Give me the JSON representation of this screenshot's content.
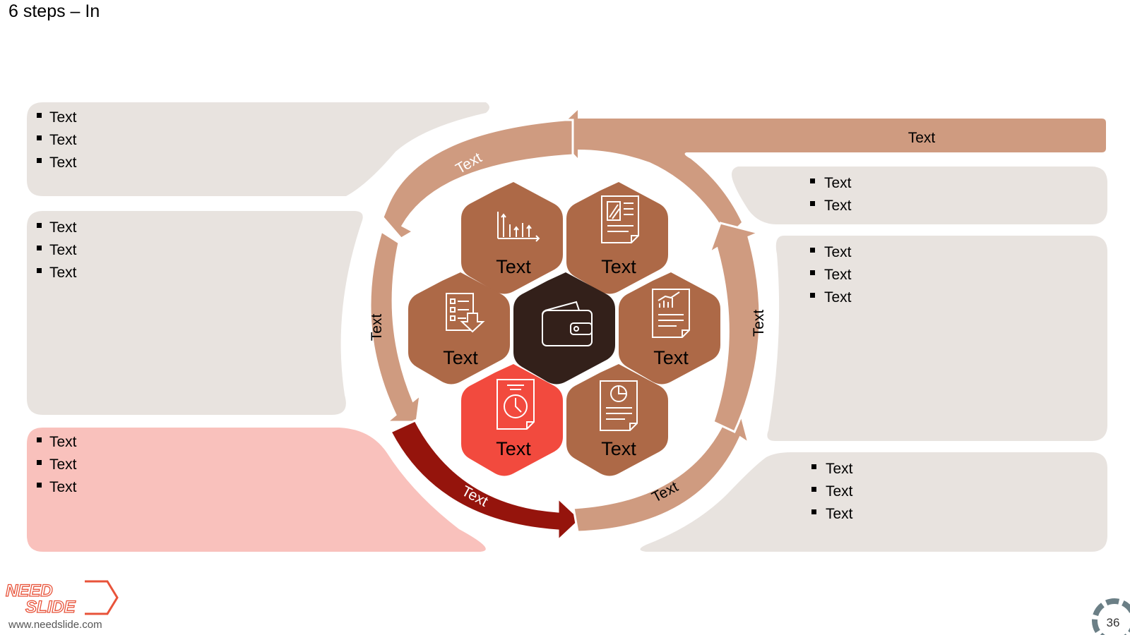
{
  "title": "6 steps – In",
  "colors": {
    "panel": "#e8e3df",
    "panel_active": "#f9c1bc",
    "arrow": "#cf9b80",
    "arrow_active": "#95140c",
    "hex": "#ad6947",
    "hex_active": "#f24a3e",
    "hex_center": "#33201a"
  },
  "panels": {
    "top_left": [
      "Text",
      "Text",
      "Text"
    ],
    "mid_left": [
      "Text",
      "Text",
      "Text"
    ],
    "bottom_left": [
      "Text",
      "Text",
      "Text"
    ],
    "top_right": [
      "Text",
      "Text"
    ],
    "mid_right": [
      "Text",
      "Text",
      "Text"
    ],
    "bottom_right": [
      "Text",
      "Text",
      "Text"
    ]
  },
  "banner": {
    "label": "Text"
  },
  "arrows": {
    "top_left": "Text",
    "left": "Text",
    "bottom_left": "Text",
    "bottom_right": "Text",
    "right": "Text"
  },
  "hexes": {
    "top_left": {
      "label": "Text",
      "icon": "bar-chart-icon"
    },
    "top_right": {
      "label": "Text",
      "icon": "document-icon"
    },
    "mid_left": {
      "label": "Text",
      "icon": "checklist-icon"
    },
    "center": {
      "label": "",
      "icon": "wallet-icon"
    },
    "mid_right": {
      "label": "Text",
      "icon": "report-chart-icon"
    },
    "bottom_left": {
      "label": "Text",
      "icon": "clock-document-icon"
    },
    "bottom_right": {
      "label": "Text",
      "icon": "pie-report-icon"
    }
  },
  "footer": {
    "logo_top": "NEED",
    "logo_bottom": "SLIDE",
    "url": "www.needslide.com",
    "page_number": "36"
  }
}
